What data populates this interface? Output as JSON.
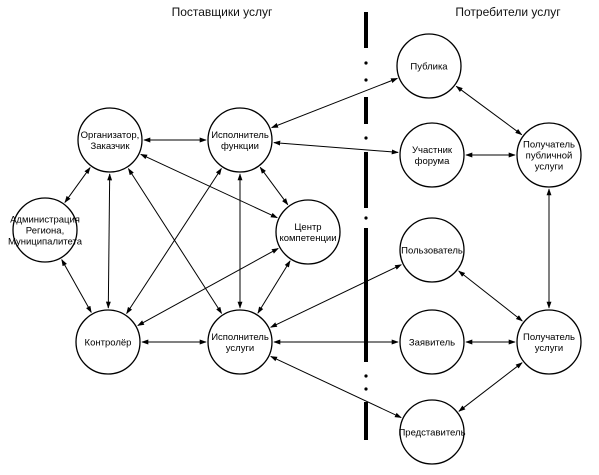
{
  "headers": {
    "providers": "Поставщики услуг",
    "consumers": "Потребители услуг"
  },
  "nodes": [
    {
      "id": "organizer",
      "lines": [
        "Организатор,",
        "Заказчик"
      ]
    },
    {
      "id": "function-executor",
      "lines": [
        "Исполнитель",
        "функции"
      ]
    },
    {
      "id": "administration",
      "lines": [
        "Администрация",
        "Региона,",
        "Муниципалитета"
      ]
    },
    {
      "id": "competence-center",
      "lines": [
        "Центр",
        "компетенции"
      ]
    },
    {
      "id": "controller",
      "lines": [
        "Контролёр"
      ]
    },
    {
      "id": "service-executor",
      "lines": [
        "Исполнитель",
        "услуги"
      ]
    },
    {
      "id": "public",
      "lines": [
        "Публика"
      ]
    },
    {
      "id": "forum-participant",
      "lines": [
        "Участник",
        "форума"
      ]
    },
    {
      "id": "public-service-recipient",
      "lines": [
        "Получатель",
        "публичной",
        "услуги"
      ]
    },
    {
      "id": "user",
      "lines": [
        "Пользователь"
      ]
    },
    {
      "id": "applicant",
      "lines": [
        "Заявитель"
      ]
    },
    {
      "id": "service-recipient",
      "lines": [
        "Получатель",
        "услуги"
      ]
    },
    {
      "id": "representative",
      "lines": [
        "Представитель"
      ]
    }
  ],
  "edges": [
    [
      "organizer",
      "function-executor"
    ],
    [
      "organizer",
      "administration"
    ],
    [
      "organizer",
      "controller"
    ],
    [
      "organizer",
      "service-executor"
    ],
    [
      "organizer",
      "competence-center"
    ],
    [
      "function-executor",
      "controller"
    ],
    [
      "function-executor",
      "service-executor"
    ],
    [
      "function-executor",
      "competence-center"
    ],
    [
      "function-executor",
      "public"
    ],
    [
      "function-executor",
      "forum-participant"
    ],
    [
      "administration",
      "controller"
    ],
    [
      "competence-center",
      "controller"
    ],
    [
      "competence-center",
      "service-executor"
    ],
    [
      "controller",
      "service-executor"
    ],
    [
      "service-executor",
      "user"
    ],
    [
      "service-executor",
      "applicant"
    ],
    [
      "service-executor",
      "representative"
    ],
    [
      "public",
      "public-service-recipient"
    ],
    [
      "forum-participant",
      "public-service-recipient"
    ],
    [
      "public-service-recipient",
      "service-recipient"
    ],
    [
      "user",
      "service-recipient"
    ],
    [
      "applicant",
      "service-recipient"
    ],
    [
      "representative",
      "service-recipient"
    ]
  ]
}
